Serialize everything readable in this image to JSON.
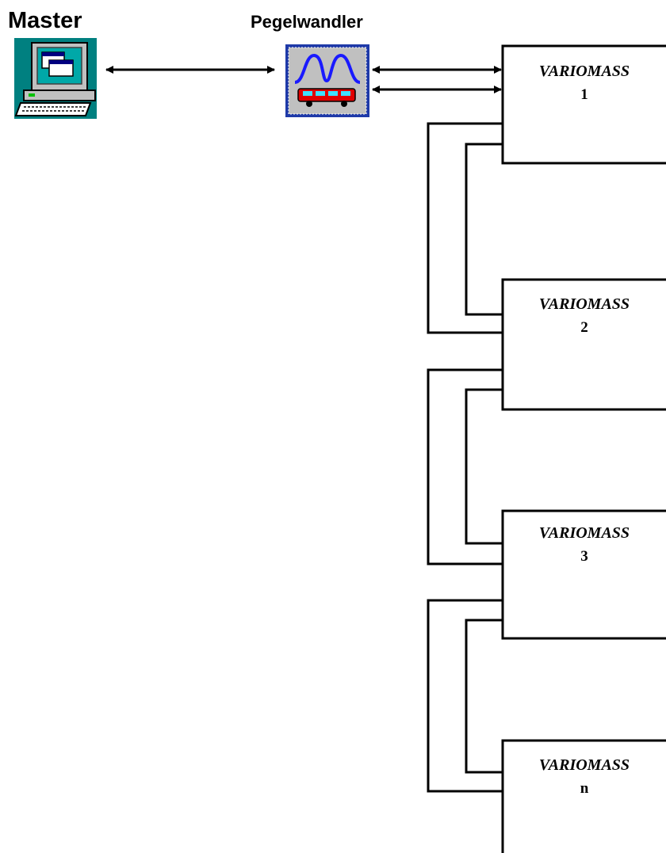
{
  "labels": {
    "master": "Master",
    "converter": "Pegelwandler"
  },
  "icons": {
    "master": "computer-icon",
    "converter": "level-converter-icon"
  },
  "units": [
    {
      "name": "VARIOMASS",
      "number": "1"
    },
    {
      "name": "VARIOMASS",
      "number": "2"
    },
    {
      "name": "VARIOMASS",
      "number": "3"
    },
    {
      "name": "VARIOMASS",
      "number": "n"
    }
  ],
  "colors": {
    "line": "#000000",
    "icon_bg": "#008080",
    "converter_bg": "#c0c0c0",
    "converter_border": "#1f3aa8",
    "wave": "#1a1aff",
    "bus": "#e00000"
  }
}
